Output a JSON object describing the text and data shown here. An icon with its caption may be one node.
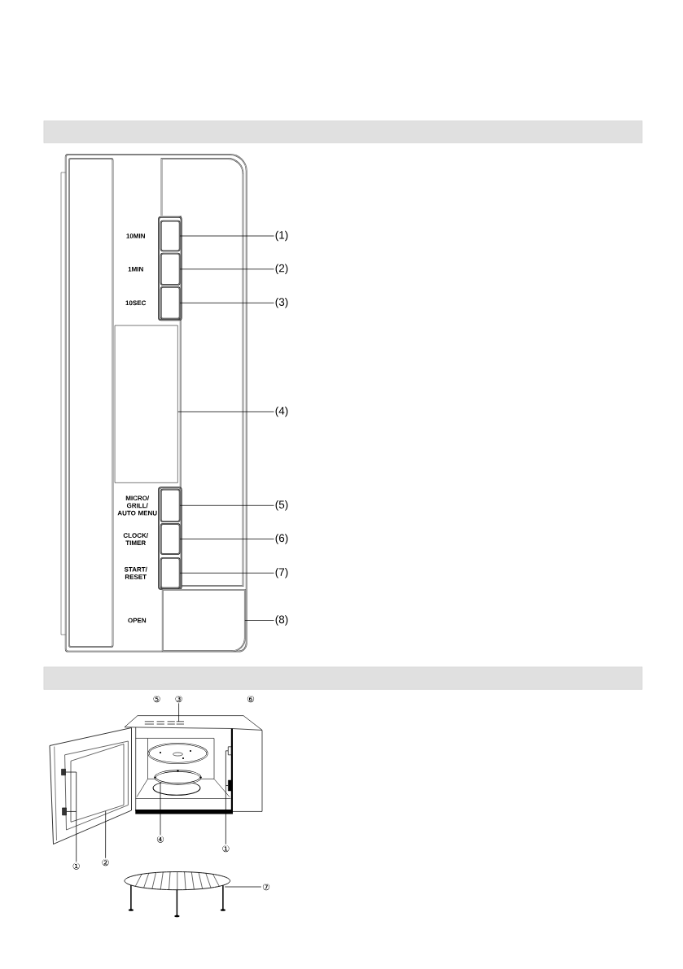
{
  "diagram": {
    "nodes": [
      {
        "text": [],
        "shape": "box",
        "beside": [
          "10MIN"
        ]
      },
      {
        "text": [
          "(1)"
        ]
      },
      {
        "text": [],
        "shape": "box",
        "beside": [
          "1MIN"
        ]
      },
      {
        "text": [
          "(2)"
        ]
      },
      {
        "text": [],
        "shape": "box",
        "beside": [
          "10SEC"
        ]
      },
      {
        "text": [
          "(3)"
        ]
      },
      {
        "text": [],
        "shape": "box"
      },
      {
        "text": [
          "(4)"
        ]
      },
      {
        "text": [],
        "shape": "box",
        "beside": [
          "MICRO/ GRILL/ AUTO MENU"
        ]
      },
      {
        "text": [
          "(5)"
        ]
      },
      {
        "text": [],
        "shape": "box",
        "beside": [
          "CLOCK/ TIMER"
        ]
      },
      {
        "text": [
          "(6)"
        ]
      },
      {
        "text": [],
        "shape": "box",
        "beside": [
          "START/ RESET"
        ]
      },
      {
        "text": [
          "(7)"
        ]
      },
      {
        "text": [],
        "shape": "box",
        "beside": [
          "OPEN"
        ]
      },
      {
        "text": [
          "(8)"
        ]
      },
      {
        "text": [
          "③"
        ]
      },
      {
        "text": [
          "①"
        ]
      },
      {
        "text": [
          "②"
        ]
      },
      {
        "text": [
          "④"
        ]
      },
      {
        "text": [
          "①"
        ]
      },
      {
        "text": [
          "⑦"
        ]
      },
      {
        "text": [],
        "shape": "box"
      },
      {
        "text": [],
        "shape": "box"
      },
      {
        "text": [],
        "shape": "box"
      },
      {
        "text": [],
        "shape": "circle"
      },
      {
        "text": [],
        "shape": "box"
      },
      {
        "text": [],
        "shape": "box"
      },
      {
        "text": [],
        "shape": "picture"
      }
    ],
    "edges": [
      {
        "from": 1,
        "to": 0,
        "arrow": "none"
      },
      {
        "from": 3,
        "to": 2,
        "arrow": "none"
      },
      {
        "from": 5,
        "to": 4,
        "arrow": "none"
      },
      {
        "from": 7,
        "to": 6,
        "arrow": "none"
      },
      {
        "from": 9,
        "to": 8,
        "arrow": "none"
      },
      {
        "from": 11,
        "to": 10,
        "arrow": "none"
      },
      {
        "from": 13,
        "to": 12,
        "arrow": "none"
      },
      {
        "from": 15,
        "to": 14,
        "arrow": "none"
      },
      {
        "from": 16,
        "to": null,
        "arrow": "none"
      },
      {
        "from": 17,
        "to": 22,
        "arrow": "none"
      },
      {
        "from": 17,
        "to": 23,
        "arrow": "none"
      },
      {
        "from": 18,
        "to": 24,
        "arrow": "none"
      },
      {
        "from": 19,
        "to": 25,
        "arrow": "none"
      },
      {
        "from": 20,
        "to": 26,
        "arrow": "none"
      },
      {
        "from": 20,
        "to": 27,
        "arrow": "none"
      },
      {
        "from": 21,
        "to": 28,
        "arrow": "none"
      }
    ],
    "labels": [
      "⑤",
      "⑥"
    ]
  }
}
